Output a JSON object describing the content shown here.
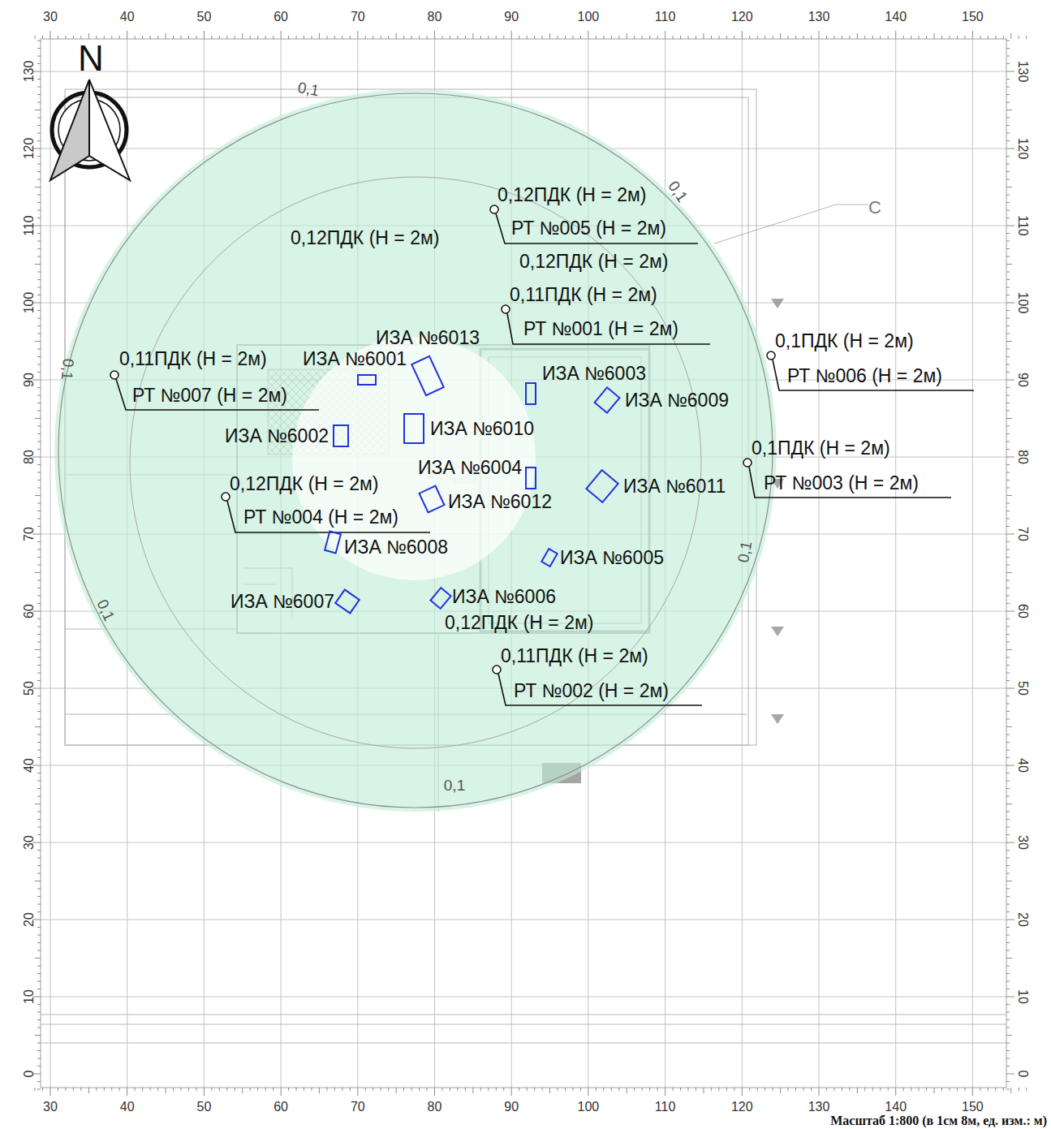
{
  "diagram": {
    "nodes": [
      {
        "text": [
          "0,12ПДК (Н = 2м)",
          "РТ №005 (Н = 2м)"
        ]
      },
      {
        "text": [
          "0,11ПДК (Н = 2м)",
          "РТ №001 (Н = 2м)"
        ]
      },
      {
        "text": [
          "0,1ПДК (Н = 2м)",
          "РТ №006 (Н = 2м)"
        ]
      },
      {
        "text": [
          "0,11ПДК (Н = 2м)",
          "РТ №007 (Н = 2м)"
        ]
      },
      {
        "text": [
          "ИЗА №6001"
        ]
      },
      {
        "text": [
          "ИЗА №6013"
        ]
      },
      {
        "text": [
          "ИЗА №6003"
        ]
      },
      {
        "text": [
          "ИЗА №6009"
        ]
      },
      {
        "text": [
          "ИЗА №6002"
        ]
      },
      {
        "text": [
          "ИЗА №6010"
        ]
      },
      {
        "text": [
          "0,1ПДК (Н = 2м)",
          "РТ №003 (Н = 2м)"
        ]
      },
      {
        "text": [
          "ИЗА №6004"
        ]
      },
      {
        "text": [
          "ИЗА №6011"
        ]
      },
      {
        "text": [
          "ИЗА №6012"
        ]
      },
      {
        "text": [
          "0,12ПДК (Н = 2м)",
          "РТ №004 (Н = 2м)"
        ]
      },
      {
        "text": [
          "ИЗА №6008"
        ]
      },
      {
        "text": [
          "ИЗА №6005"
        ]
      },
      {
        "text": [
          "ИЗА №6007"
        ]
      },
      {
        "text": [
          "ИЗА №6006"
        ]
      },
      {
        "text": [
          "0,11ПДК (Н = 2м)",
          "РТ №002 (Н = 2м)"
        ]
      }
    ],
    "labels": [
      "N",
      "30",
      "40",
      "50",
      "60",
      "70",
      "80",
      "90",
      "100",
      "110",
      "120",
      "130",
      "140",
      "150",
      "30",
      "40",
      "50",
      "60",
      "70",
      "80",
      "90",
      "100",
      "110",
      "120",
      "130",
      "140",
      "150",
      "130",
      "120",
      "110",
      "100",
      "90",
      "80",
      "70",
      "60",
      "50",
      "40",
      "30",
      "20",
      "10",
      "0",
      "130",
      "120",
      "110",
      "100",
      "90",
      "80",
      "70",
      "60",
      "50",
      "40",
      "30",
      "20",
      "10",
      "0",
      "0,1",
      "0,1",
      "0,1",
      "0,1",
      "0,1",
      "0,1",
      "0,12ПДК (Н = 2м)",
      "0,12ПДК (Н = 2м)",
      "0,12ПДК (Н = 2м)",
      "C",
      "Масштаб 1:800 (в 1см 8м, ед. изм.: м)"
    ]
  }
}
